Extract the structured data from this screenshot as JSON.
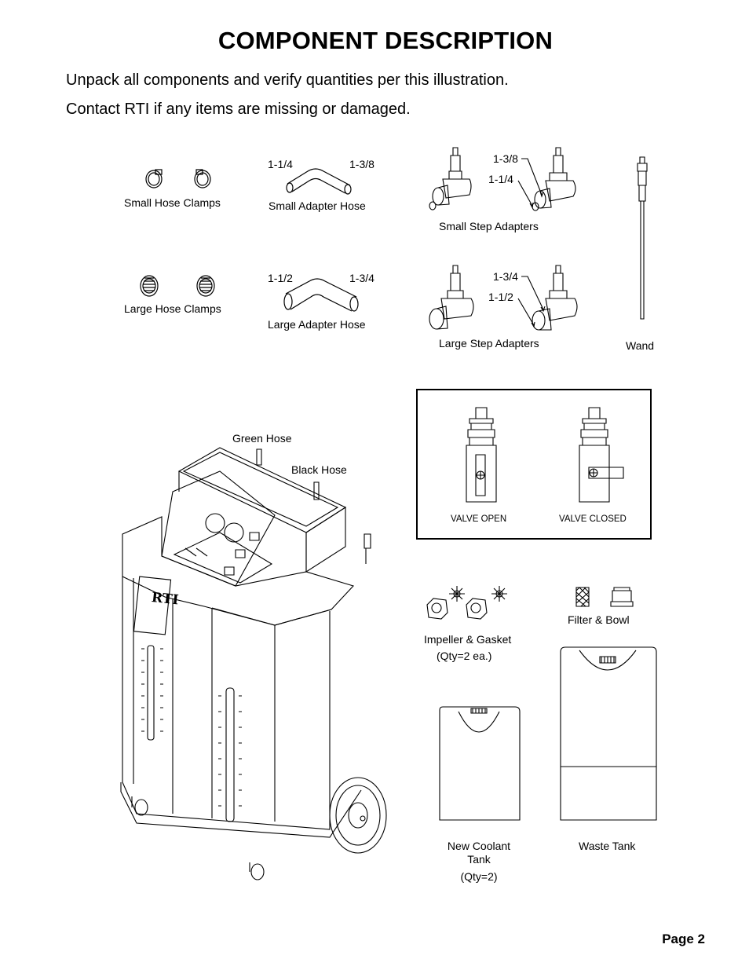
{
  "title": "COMPONENT DESCRIPTION",
  "intro": {
    "line1": "Unpack all components and verify quantities per this illustration.",
    "line2": "Contact RTI if any items are missing or damaged."
  },
  "parts": {
    "small_hose_clamps": "Small Hose Clamps",
    "small_adapter_hose": {
      "label": "Small Adapter Hose",
      "left_size": "1-1/4",
      "right_size": "1-3/8"
    },
    "small_step_adapters": {
      "label": "Small Step Adapters",
      "size_top": "1-3/8",
      "size_bottom": "1-1/4"
    },
    "wand": "Wand",
    "large_hose_clamps": "Large Hose Clamps",
    "large_adapter_hose": {
      "label": "Large Adapter Hose",
      "left_size": "1-1/2",
      "right_size": "1-3/4"
    },
    "large_step_adapters": {
      "label": "Large Step Adapters",
      "size_top": "1-3/4",
      "size_bottom": "1-1/2"
    },
    "green_hose": "Green Hose",
    "black_hose": "Black Hose",
    "valve_open": "VALVE OPEN",
    "valve_closed": "VALVE CLOSED",
    "impeller_gasket": "Impeller & Gasket",
    "impeller_qty": "(Qty=2 ea.)",
    "filter_bowl": "Filter & Bowl",
    "new_coolant_tank_line1": "New Coolant",
    "new_coolant_tank_line2": "Tank",
    "new_coolant_qty": "(Qty=2)",
    "waste_tank": "Waste Tank",
    "brand_logo": "RTI"
  },
  "footer": {
    "page": "Page 2"
  }
}
